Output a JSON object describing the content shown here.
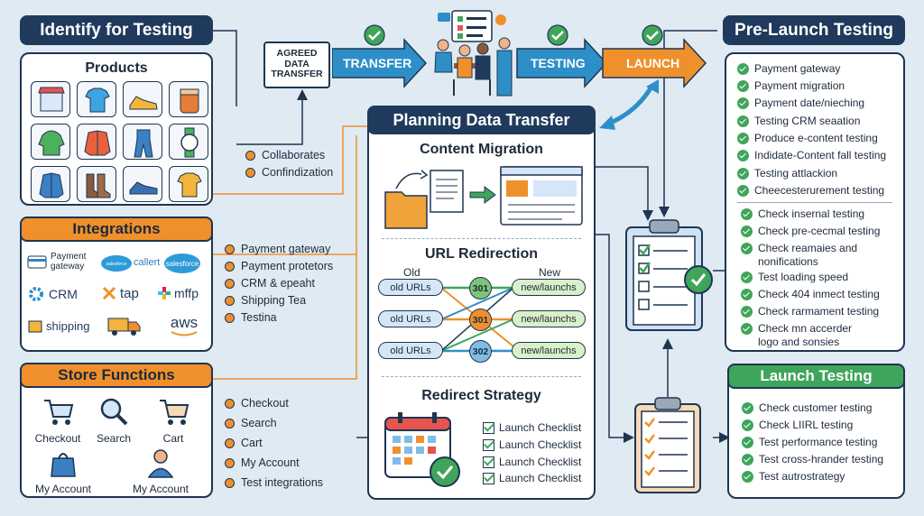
{
  "identify": {
    "title": "Identify for Testing",
    "products": {
      "title": "Products",
      "icons": [
        "store-icon",
        "tshirt-icon",
        "sneaker-icon",
        "jar-icon",
        "hoodie-icon",
        "jacket-icon",
        "overalls-icon",
        "watch-icon",
        "shirt-icon",
        "boots-icon",
        "shoe-icon",
        "tee-icon"
      ]
    },
    "integrations": {
      "title": "Integrations",
      "logos": [
        {
          "label": "Payment gateway",
          "icon": "card-icon"
        },
        {
          "label": "callert",
          "icon": "cloud-icon"
        },
        {
          "label": "salesforce",
          "icon": "cloud-icon"
        },
        {
          "label": "CRM",
          "icon": "gear-icon"
        },
        {
          "label": "tap",
          "icon": "tap-icon"
        },
        {
          "label": "mffp",
          "icon": "slack-icon"
        },
        {
          "label": "shipping",
          "icon": "box-icon"
        },
        {
          "label": "",
          "icon": "truck-icon"
        },
        {
          "label": "aws",
          "icon": "aws-icon"
        }
      ],
      "salesforce_small": "salesforce"
    },
    "store_functions": {
      "title": "Store Functions",
      "items": [
        {
          "label": "Checkout",
          "icon": "cart-icon"
        },
        {
          "label": "Search",
          "icon": "magnifier-icon"
        },
        {
          "label": "Cart",
          "icon": "cart-icon"
        },
        {
          "label": "My Account",
          "icon": "bag-icon"
        },
        {
          "label": "My Account",
          "icon": "person-icon"
        }
      ]
    }
  },
  "products_bullets": [
    "Collaborates",
    "Confindization"
  ],
  "integration_bullets": [
    "Payment gateway",
    "Payment protetors",
    "CRM & epeaht",
    "Shipping Tea",
    "Testina"
  ],
  "store_bullets": [
    "Checkout",
    "Search",
    "Cart",
    "My Account",
    "Test integrations"
  ],
  "flow": {
    "agreed": [
      "AGREED",
      "DATA",
      "TRANSFER"
    ],
    "transfer": "TRANSFER",
    "testing": "TESTING",
    "launch": "LAUNCH"
  },
  "planning": {
    "title": "Planning Data Transfer",
    "content_migration": "Content Migration",
    "url_redirection": "URL Redirection",
    "old_label": "Old",
    "new_label": "New",
    "rows": [
      {
        "old": "old URLs",
        "code": "301",
        "new": "new/launchs"
      },
      {
        "old": "old URLs",
        "code": "301",
        "new": "new/launchs"
      },
      {
        "old": "old URLs",
        "code": "302",
        "new": "new/launchs"
      }
    ],
    "redirect_strategy": "Redirect Strategy",
    "checklist": [
      "Launch Checklist",
      "Launch Checklist",
      "Launch Checklist",
      "Launch Checklist"
    ]
  },
  "pre_launch": {
    "title": "Pre-Launch Testing",
    "group1": [
      "Payment gateway",
      "Payment migration",
      "Payment date/nieching",
      "Testing CRM seaation",
      "Produce e-content testing",
      "Indidate-Content fall testing",
      "Testing attlackion",
      "Cheecesterurement testing"
    ],
    "group2": [
      "Check insernal testing",
      "Check pre-cecmal testing",
      "Check reamaies and nonifications",
      "Test loading speed",
      "Check 404 inmect testing",
      "Check rarmament testing",
      "Check mn accerder logo and sonsies"
    ]
  },
  "launch_testing": {
    "title": "Launch Testing",
    "items": [
      "Check customer testing",
      "Check LIIRL testing",
      "Test performance testing",
      "Test cross-hrander testing",
      "Test autrostrategy"
    ]
  },
  "colors": {
    "navy": "#1f3a5c",
    "orange": "#f0902c",
    "green": "#3fa55b",
    "blue": "#2e8fc8"
  }
}
